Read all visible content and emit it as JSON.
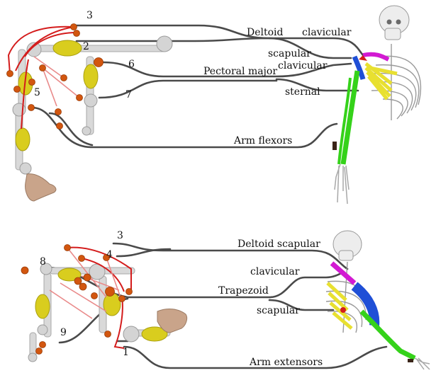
{
  "top_panel": {
    "numbers": [
      "3",
      "2",
      "5",
      "6",
      "7"
    ],
    "labels": {
      "deltoid": "Deltoid",
      "deltoid_clavicular": "clavicular",
      "deltoid_scapular": "scapular",
      "pectoral_major": "Pectoral major",
      "pectoral_clavicular": "clavicular",
      "pectoral_sternal": "sternal",
      "arm_flexors": "Arm flexors"
    }
  },
  "bottom_panel": {
    "numbers": [
      "3",
      "4",
      "8",
      "9",
      "1"
    ],
    "labels": {
      "deltoid_scapular": "Deltoid scapular",
      "trapezoid_clavicular": "clavicular",
      "trapezoid": "Trapezoid",
      "trapezoid_scapular": "scapular",
      "arm_extensors": "Arm extensors"
    }
  },
  "colors": {
    "connector": "#4a4a4a",
    "tendon": "#d41c1c",
    "muscle_body": "#d9cd1e",
    "marker": "#d2560f",
    "joint": "#d4d4d4",
    "muscle_blue": "#1f4fd6",
    "muscle_green": "#35d21a",
    "muscle_magenta": "#d21ad2",
    "muscle_yellow": "#e8e030",
    "bone": "#ededed"
  },
  "icons": [
    "robot-arm-model-icon",
    "skeleton-muscle-model-icon",
    "hand-icon",
    "skull-icon"
  ]
}
